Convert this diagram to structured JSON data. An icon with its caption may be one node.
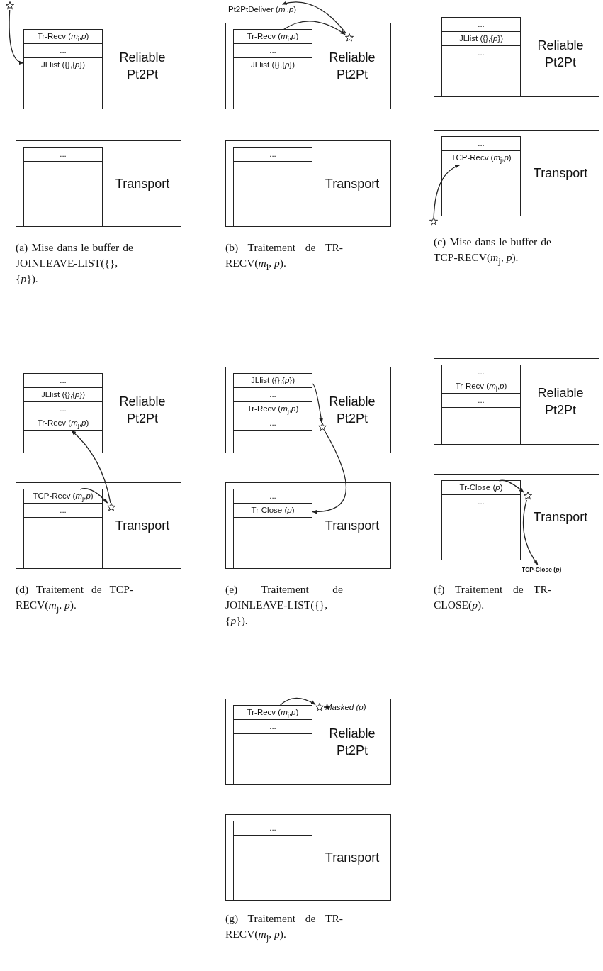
{
  "diagram": {
    "nodes": [
      {
        "text": [],
        "shape": "star"
      },
      {
        "text": [
          "Reliable Pt2Pt"
        ]
      },
      {
        "text": [
          "Tr-Recv (*m*$_{i}$,*p*)"
        ],
        "in": 1
      },
      {
        "text": [
          "..."
        ],
        "in": 1
      },
      {
        "text": [
          "JLlist ({},{*p*})"
        ],
        "in": 1
      },
      {
        "text": [
          "Transport"
        ]
      },
      {
        "text": [
          "..."
        ],
        "in": 5
      },
      {
        "text": [
          "Pt2PtDeliver (*m*$_{i}$,*p*)"
        ]
      },
      {
        "text": [
          "Reliable Pt2Pt"
        ]
      },
      {
        "text": [
          "Tr-Recv (*m*$_{i}$,*p*)"
        ],
        "in": 8
      },
      {
        "text": [
          "..."
        ],
        "in": 8
      },
      {
        "text": [
          "JLlist ({},{*p*})"
        ],
        "in": 8
      },
      {
        "text": [],
        "shape": "star",
        "in": 8
      },
      {
        "text": [
          "Transport"
        ]
      },
      {
        "text": [
          "..."
        ],
        "in": 13
      },
      {
        "text": [
          "Reliable Pt2Pt"
        ]
      },
      {
        "text": [
          "..."
        ],
        "in": 15
      },
      {
        "text": [
          "JLlist ({},{*p*})"
        ],
        "in": 15
      },
      {
        "text": [
          "..."
        ],
        "in": 15
      },
      {
        "text": [
          "Transport"
        ]
      },
      {
        "text": [
          "..."
        ],
        "in": 19
      },
      {
        "text": [
          "TCP-Recv (*m*$_{j}$,*p*)"
        ],
        "in": 19
      },
      {
        "text": [],
        "shape": "star"
      },
      {
        "text": [
          "Reliable Pt2Pt"
        ]
      },
      {
        "text": [
          "..."
        ],
        "in": 23
      },
      {
        "text": [
          "JLlist ({},{*p*})"
        ],
        "in": 23
      },
      {
        "text": [
          "..."
        ],
        "in": 23
      },
      {
        "text": [
          "Tr-Recv (*m*$_{j}$,*p*)"
        ],
        "in": 23
      },
      {
        "text": [
          "Transport"
        ]
      },
      {
        "text": [
          "TCP-Recv (*m*$_{j}$,*p*)"
        ],
        "in": 28
      },
      {
        "text": [
          "..."
        ],
        "in": 28
      },
      {
        "text": [],
        "shape": "star",
        "in": 28
      },
      {
        "text": [
          "Reliable Pt2Pt"
        ]
      },
      {
        "text": [
          "JLlist ({},{*p*})"
        ],
        "in": 32
      },
      {
        "text": [
          "..."
        ],
        "in": 32
      },
      {
        "text": [
          "Tr-Recv (*m*$_{j}$,*p*)"
        ],
        "in": 32
      },
      {
        "text": [
          "..."
        ],
        "in": 32
      },
      {
        "text": [],
        "shape": "star",
        "in": 32
      },
      {
        "text": [
          "Transport"
        ]
      },
      {
        "text": [
          "..."
        ],
        "in": 38
      },
      {
        "text": [
          "Tr-Close (*p*)"
        ],
        "in": 38
      },
      {
        "text": [
          "Reliable Pt2Pt"
        ]
      },
      {
        "text": [
          "..."
        ],
        "in": 41
      },
      {
        "text": [
          "Tr-Recv (*m*$_{j}$,*p*)"
        ],
        "in": 41
      },
      {
        "text": [
          "..."
        ],
        "in": 41
      },
      {
        "text": [
          "Transport"
        ]
      },
      {
        "text": [
          "Tr-Close (*p*)"
        ],
        "in": 45
      },
      {
        "text": [
          "..."
        ],
        "in": 45
      },
      {
        "text": [],
        "shape": "star",
        "in": 45
      },
      {
        "text": [
          "TCP-Close (*p*)"
        ]
      },
      {
        "text": [
          "Reliable Pt2Pt"
        ]
      },
      {
        "text": [
          "Tr-Recv (*m*$_{j}$,*p*)"
        ],
        "in": 50
      },
      {
        "text": [
          "..."
        ],
        "in": 50
      },
      {
        "text": [],
        "shape": "star",
        "in": 50
      },
      {
        "text": [
          "Masked (p)"
        ],
        "in": 50
      },
      {
        "text": [
          "Transport"
        ]
      },
      {
        "text": [
          "..."
        ],
        "in": 55
      }
    ],
    "edges": [
      {
        "from": 0,
        "to": 4,
        "arrow": "to"
      },
      {
        "from": 9,
        "to": 12,
        "arrow": "to"
      },
      {
        "from": 12,
        "to": 7,
        "arrow": "to"
      },
      {
        "from": 22,
        "to": 21,
        "arrow": "to"
      },
      {
        "from": 29,
        "to": 31,
        "arrow": "to"
      },
      {
        "from": 31,
        "to": 27,
        "arrow": "to"
      },
      {
        "from": 33,
        "to": 37,
        "arrow": "to"
      },
      {
        "from": 37,
        "to": 40,
        "arrow": "to"
      },
      {
        "from": 46,
        "to": 48,
        "arrow": "to"
      },
      {
        "from": 48,
        "to": 49,
        "arrow": "to"
      },
      {
        "from": 51,
        "to": 53,
        "arrow": "to"
      },
      {
        "from": 53,
        "to": 54,
        "arrow": "to"
      }
    ],
    "labels": [
      "(a) Mise dans le buffer de JOINLEAVE-LIST({},{*p*}).",
      "(b) Traitement de TR-RECV(*m*$_{i}$, *p*).",
      "(c) Mise dans le buffer de TCP-RECV(*m*$_{j}$, *p*).",
      "(d) Traitement de TCP-RECV(*m*$_{j}$, *p*).",
      "(e) Traitement de JOINLEAVE-LIST({},{*p*}).",
      "(f) Traitement de TR-CLOSE(*p*).",
      "(g) Traitement de TR-RECV(*m*$_{j}$, *p*)."
    ]
  }
}
